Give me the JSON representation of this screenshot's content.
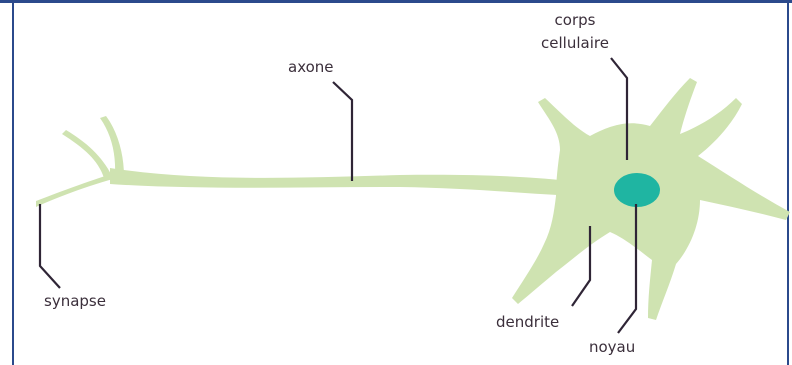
{
  "labels": {
    "corps": "corps",
    "cellulaire": "cellulaire",
    "axone": "axone",
    "synapse": "synapse",
    "dendrite": "dendrite",
    "noyau": "noyau"
  },
  "colors": {
    "neuron_body": "#cfe3b1",
    "nucleus": "#1fb5a2",
    "leader_line": "#2f2536",
    "label_text": "#3b2f3b",
    "frame": "#2b4a8c"
  }
}
